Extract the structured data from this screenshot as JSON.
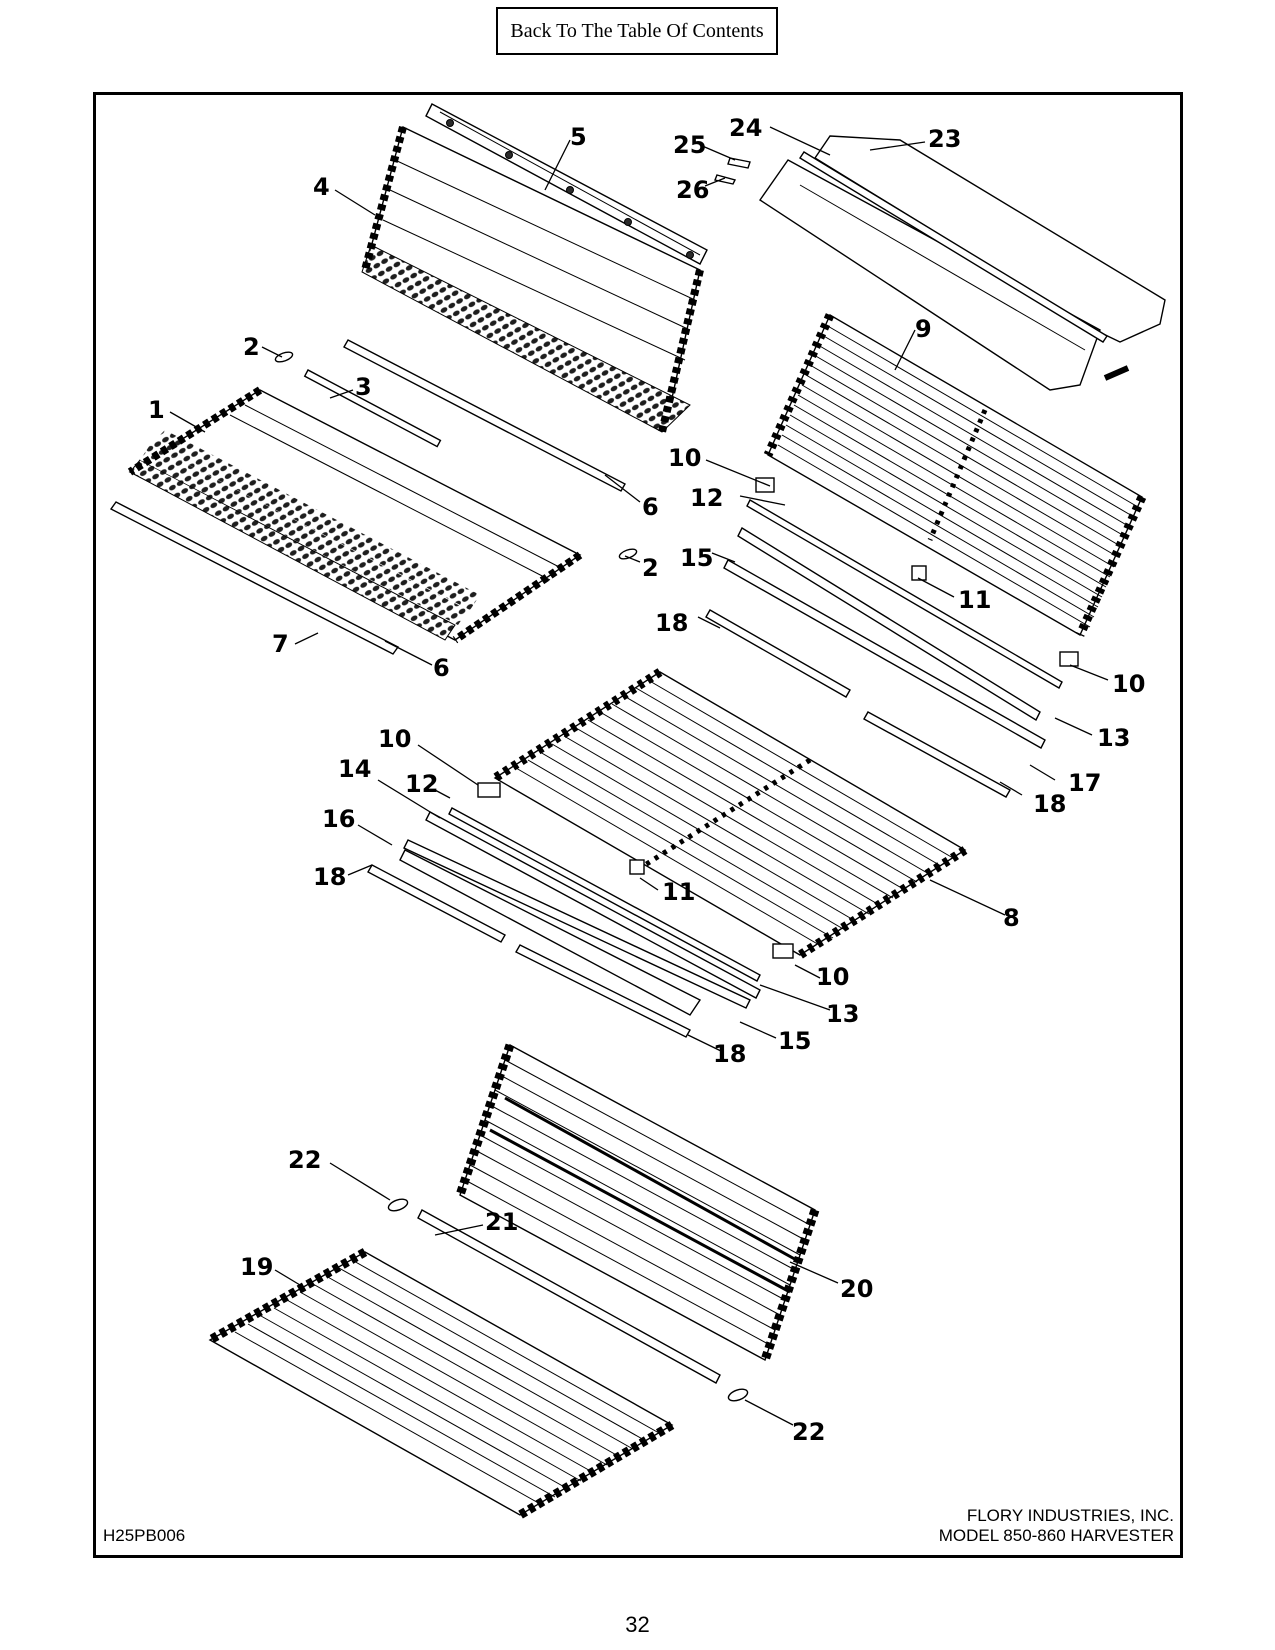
{
  "header": {
    "toc_link": "Back To The Table Of Contents"
  },
  "callouts": {
    "p1": "1",
    "p2a": "2",
    "p2b": "2",
    "p3": "3",
    "p4": "4",
    "p5": "5",
    "p6a": "6",
    "p6b": "6",
    "p7": "7",
    "p8": "8",
    "p9": "9",
    "p10a": "10",
    "p10b": "10",
    "p10c": "10",
    "p10d": "10",
    "p11a": "11",
    "p11b": "11",
    "p12a": "12",
    "p12b": "12",
    "p13a": "13",
    "p13b": "13",
    "p14": "14",
    "p15a": "15",
    "p15b": "15",
    "p16": "16",
    "p17": "17",
    "p18a": "18",
    "p18b": "18",
    "p18c": "18",
    "p18d": "18",
    "p19": "19",
    "p20": "20",
    "p21": "21",
    "p22a": "22",
    "p22b": "22",
    "p23": "23",
    "p24": "24",
    "p25": "25",
    "p26": "26"
  },
  "footer": {
    "drawing_number": "H25PB006",
    "company": "FLORY INDUSTRIES, INC.",
    "model": "MODEL 850-860 HARVESTER",
    "page_number": "32"
  }
}
